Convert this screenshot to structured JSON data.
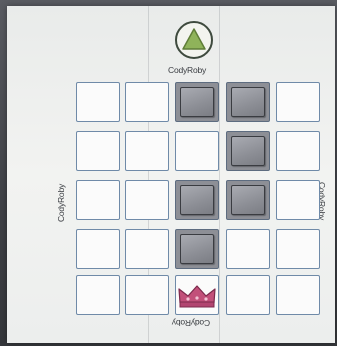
{
  "board": {
    "top_label": "CodyRoby",
    "bottom_label": "CodyRoby",
    "left_label": "CodyRoby",
    "right_label": "CodyRoby"
  },
  "grid": {
    "rows": 5,
    "cols": 5,
    "tiles": [
      [
        0,
        2
      ],
      [
        0,
        3
      ],
      [
        1,
        3
      ],
      [
        2,
        2
      ],
      [
        2,
        3
      ],
      [
        3,
        2
      ]
    ],
    "goal": [
      4,
      2
    ]
  },
  "pieces": {
    "robot": "green-triangle-icon",
    "goal": "crown-icon"
  },
  "colors": {
    "grid_line": "#6f8aa8",
    "robot": "#8fb35a",
    "crown": "#c2507a"
  }
}
